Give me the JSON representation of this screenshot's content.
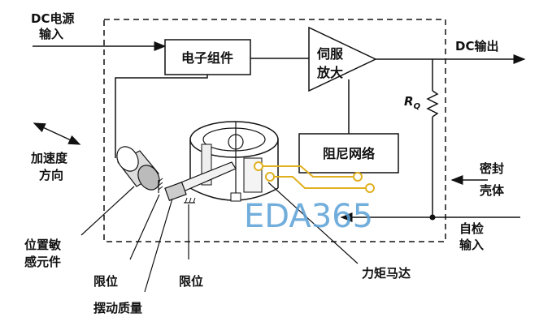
{
  "labels": {
    "dc_input": "DC电源",
    "dc_input2": "输入",
    "dc_output": "DC输出",
    "electronic": "电子组件",
    "servo1": "伺服",
    "servo2": "放大",
    "damping": "阻尼网络",
    "accel1": "加速度",
    "accel2": "方向",
    "position1": "位置敏",
    "position2": "感元件",
    "limit_left": "限位",
    "limit_right": "限位",
    "pendulum": "摆动质量",
    "torque_motor": "力矩马达",
    "housing1": "密封",
    "housing2": "壳体",
    "self_test1": "自检",
    "self_test2": "输入",
    "rq": "R",
    "rq_sub": "Q"
  },
  "watermark": "EDA365",
  "colors": {
    "line": "#111111",
    "watermark": "#5aa0d6",
    "circuit": "#e0b020"
  }
}
